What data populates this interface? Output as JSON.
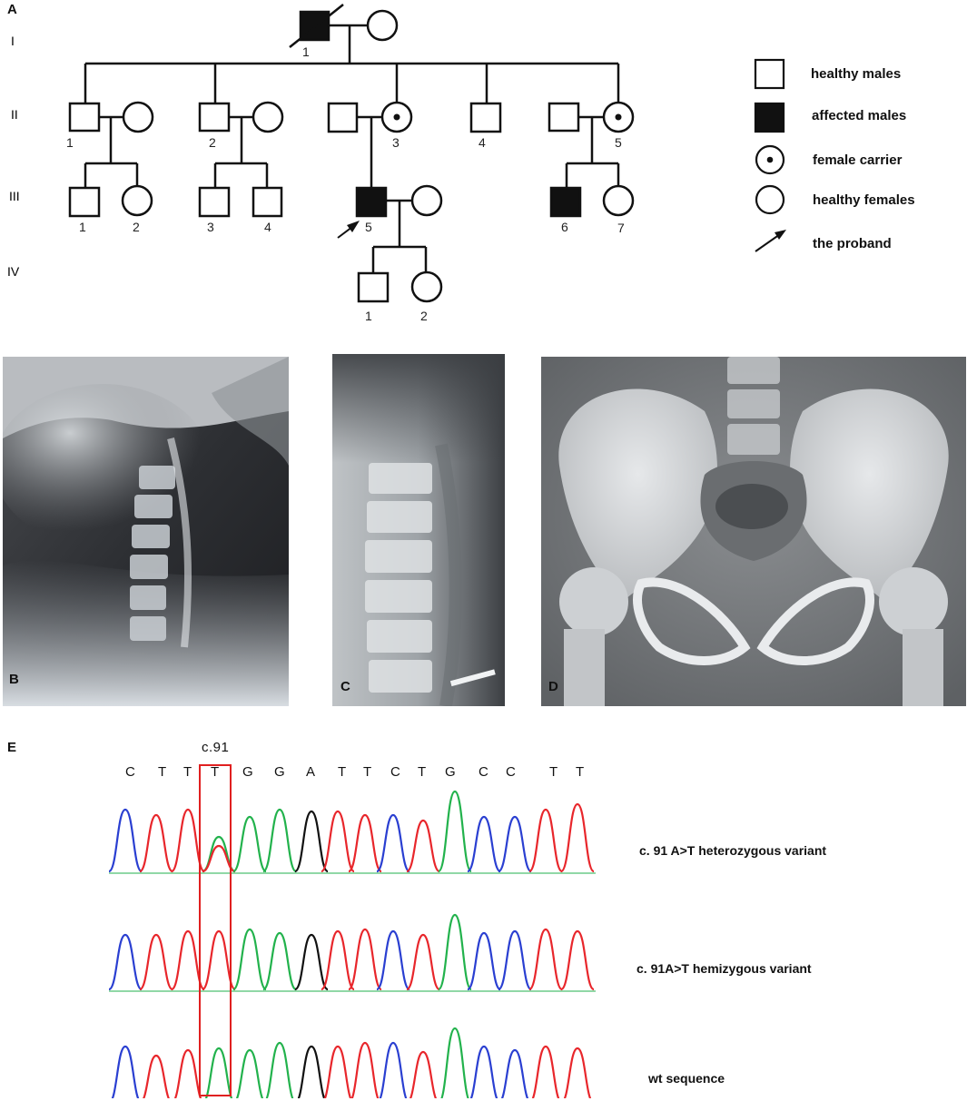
{
  "panels": {
    "A": "A",
    "B": "B",
    "C": "C",
    "D": "D",
    "E": "E"
  },
  "pedigree": {
    "generations": [
      "I",
      "II",
      "III",
      "IV"
    ],
    "individuals": {
      "I1": "1",
      "II1": "1",
      "II2": "2",
      "II3": "3",
      "II4": "4",
      "II5": "5",
      "III1": "1",
      "III2": "2",
      "III3": "3",
      "III4": "4",
      "III5": "5",
      "III6": "6",
      "III7": "7",
      "IV1": "1",
      "IV2": "2"
    }
  },
  "legend": {
    "healthy_males": "healthy males",
    "affected_males": "affected males",
    "female_carrier": "female  carrier",
    "healthy_females": "healthy  females",
    "proband": "the  proband"
  },
  "sequencing": {
    "position_label": "c.91",
    "bases": [
      "C",
      "T",
      "T",
      "T",
      "G",
      "G",
      "A",
      "T",
      "T",
      "C",
      "T",
      "G",
      "C",
      "C",
      "T",
      "T"
    ],
    "traces": [
      {
        "label": "c. 91 A>T heterozygous variant"
      },
      {
        "label": "c. 91A>T  hemizygous variant"
      },
      {
        "label": "wt sequence"
      }
    ],
    "colors": {
      "C": "#2a3fd1",
      "T": "#e8262b",
      "G": "#22b24c",
      "A": "#111111"
    }
  }
}
